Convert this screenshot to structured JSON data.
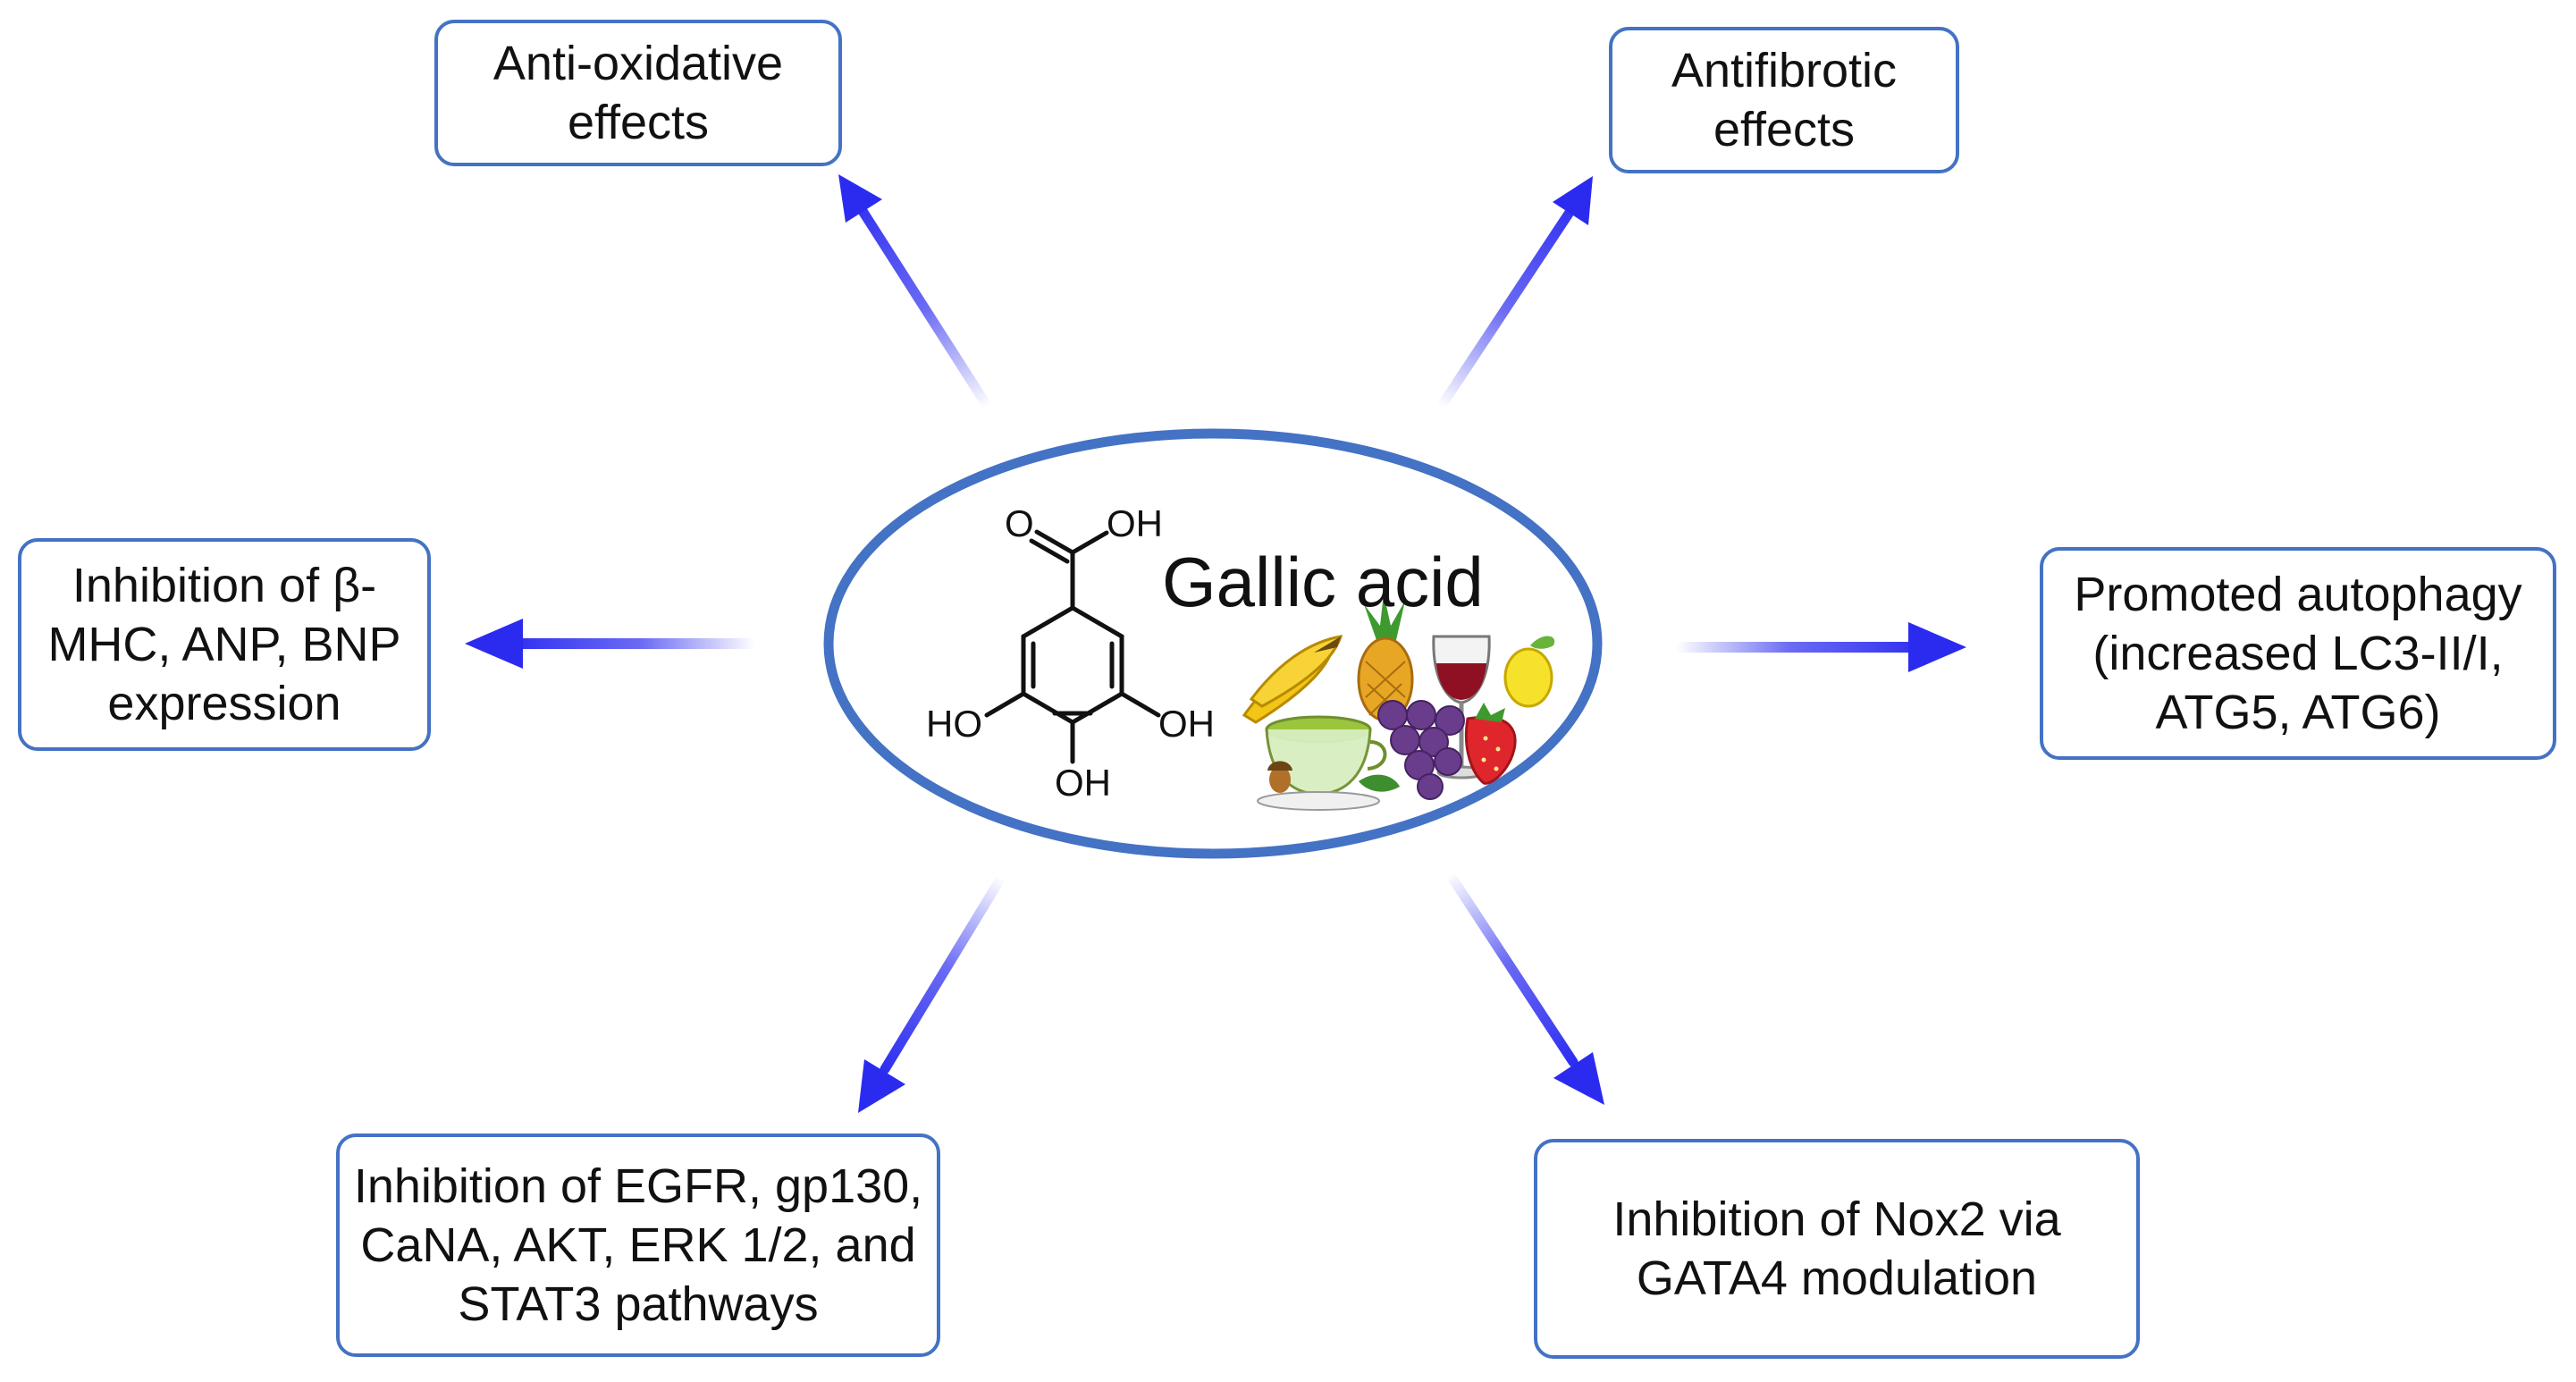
{
  "center": {
    "title": "Gallic acid",
    "structure_labels": {
      "carbonyl_o": "O",
      "acid_oh": "OH",
      "left_oh": "HO",
      "right_oh": "OH",
      "bottom_oh": "OH"
    },
    "food_icons": [
      "banana-icon",
      "pineapple-icon",
      "red-wine-icon",
      "lemon-icon",
      "green-tea-icon",
      "grapes-icon",
      "strawberry-icon",
      "acorn-icon"
    ]
  },
  "effects": {
    "top_left": [
      "Anti-oxidative",
      "effects"
    ],
    "top_right": [
      "Antifibrotic",
      "effects"
    ],
    "left": [
      "Inhibition of β-",
      "MHC, ANP, BNP",
      "expression"
    ],
    "right": [
      "Promoted autophagy",
      "(increased LC3-II/I,",
      "ATG5, ATG6)"
    ],
    "bottom_left": [
      "Inhibition of EGFR, gp130,",
      "CaNA, AKT, ERK 1/2, and",
      "STAT3 pathways"
    ],
    "bottom_right": [
      "Inhibition of Nox2 via",
      "GATA4 modulation"
    ]
  },
  "colors": {
    "box_border": "#4472C4",
    "ellipse_border": "#4472C4",
    "arrow": "#2B2BF0"
  }
}
